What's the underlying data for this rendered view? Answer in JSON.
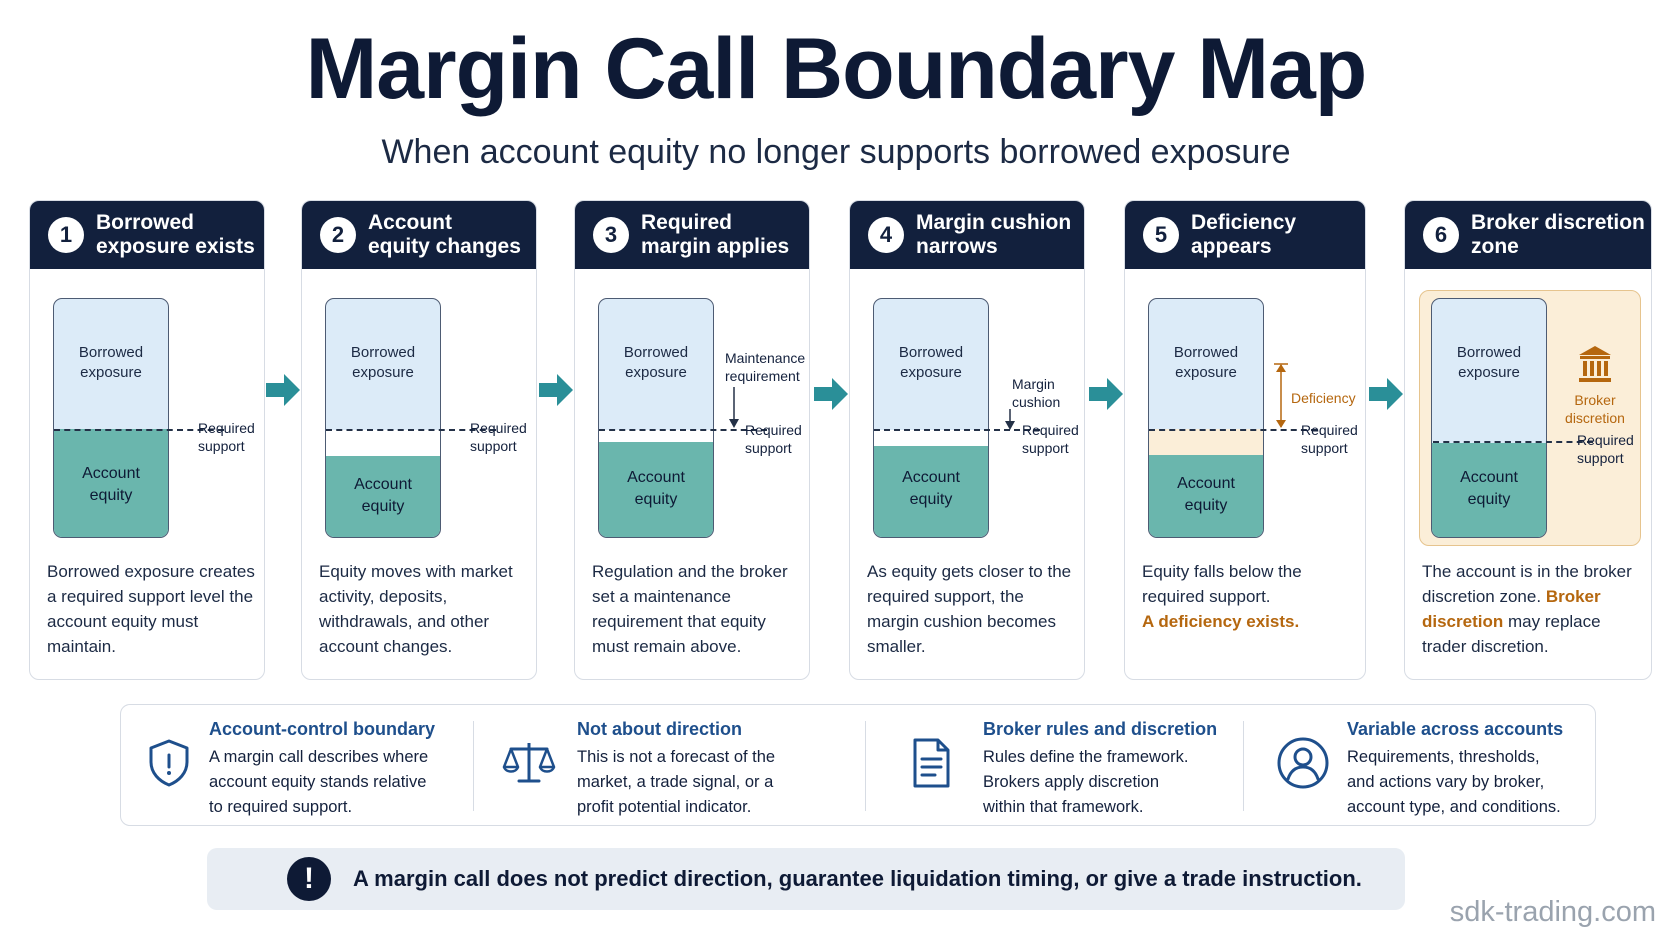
{
  "title": "Margin Call Boundary Map",
  "subtitle": "When account equity no longer supports borrowed exposure",
  "steps": [
    {
      "num": "1",
      "title": "Borrowed\nexposure exists",
      "bar_top": "Borrowed\nexposure",
      "bar_equity": "Account\nequity",
      "side_label": "Required\nsupport",
      "desc": "Borrowed exposure creates a required support level the account equity must maintain."
    },
    {
      "num": "2",
      "title": "Account\nequity changes",
      "bar_top": "Borrowed\nexposure",
      "bar_equity": "Account\nequity",
      "side_label": "Required\nsupport",
      "desc": "Equity moves with market activity, deposits, withdrawals, and other account changes."
    },
    {
      "num": "3",
      "title": "Required\nmargin applies",
      "bar_top": "Borrowed\nexposure",
      "bar_equity": "Account\nequity",
      "side_note": "Maintenance\nrequirement",
      "side_label": "Required\nsupport",
      "desc": "Regulation and the broker set a maintenance requirement that equity must remain above."
    },
    {
      "num": "4",
      "title": "Margin cushion\nnarrows",
      "bar_top": "Borrowed\nexposure",
      "bar_equity": "Account\nequity",
      "side_note": "Margin\ncushion",
      "side_label": "Required\nsupport",
      "desc": "As equity gets closer to the required support, the margin cushion becomes smaller."
    },
    {
      "num": "5",
      "title": "Deficiency\nappears",
      "bar_top": "Borrowed\nexposure",
      "bar_equity": "Account\nequity",
      "side_note": "Deficiency",
      "side_label": "Required\nsupport",
      "desc": "Equity falls below the required support.",
      "desc_highlight": "A deficiency exists."
    },
    {
      "num": "6",
      "title": "Broker discretion\nzone",
      "bar_top": "Borrowed\nexposure",
      "bar_equity": "Account\nequity",
      "side_note": "Broker\ndiscretion",
      "side_label": "Required\nsupport",
      "desc_pre": "The account is in the broker discretion zone.",
      "desc_highlight": "Broker discretion",
      "desc_post": "may replace trader discretion."
    }
  ],
  "info": [
    {
      "icon": "shield-icon",
      "title": "Account-control boundary",
      "text": "A margin call describes where\naccount equity stands relative\nto required support."
    },
    {
      "icon": "scales-icon",
      "title": "Not about direction",
      "text": "This is not a forecast of the\nmarket, a trade signal, or a\nprofit potential indicator."
    },
    {
      "icon": "document-icon",
      "title": "Broker rules and discretion",
      "text": "Rules define the framework.\nBrokers apply discretion\nwithin that framework."
    },
    {
      "icon": "user-icon",
      "title": "Variable across accounts",
      "text": "Requirements, thresholds,\nand actions vary by broker,\naccount type, and conditions."
    }
  ],
  "warning": {
    "icon": "exclamation-icon",
    "symbol": "!",
    "text": "A margin call does not predict direction, guarantee liquidation timing, or give a trade instruction."
  },
  "brand": "sdk-trading.com",
  "colors": {
    "header": "#12203d",
    "exposure": "#dcebf8",
    "equity": "#6ab6ad",
    "deficiency": "#b5670f",
    "arrow": "#2a8f98",
    "accent_blue": "#1e4f8c"
  }
}
